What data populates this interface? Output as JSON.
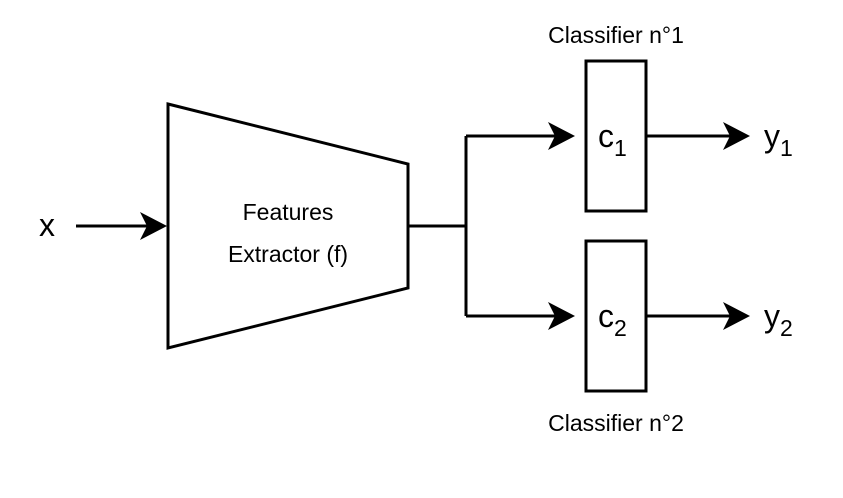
{
  "diagram": {
    "input_label": "x",
    "extractor": {
      "line1": "Features",
      "line2": "Extractor (f)"
    },
    "classifier1": {
      "title": "Classifier n°1",
      "symbol": "c",
      "index": "1",
      "output_symbol": "y",
      "output_index": "1"
    },
    "classifier2": {
      "title": "Classifier n°2",
      "symbol": "c",
      "index": "2",
      "output_symbol": "y",
      "output_index": "2"
    },
    "stroke_color": "#000000",
    "background_color": "#ffffff"
  }
}
